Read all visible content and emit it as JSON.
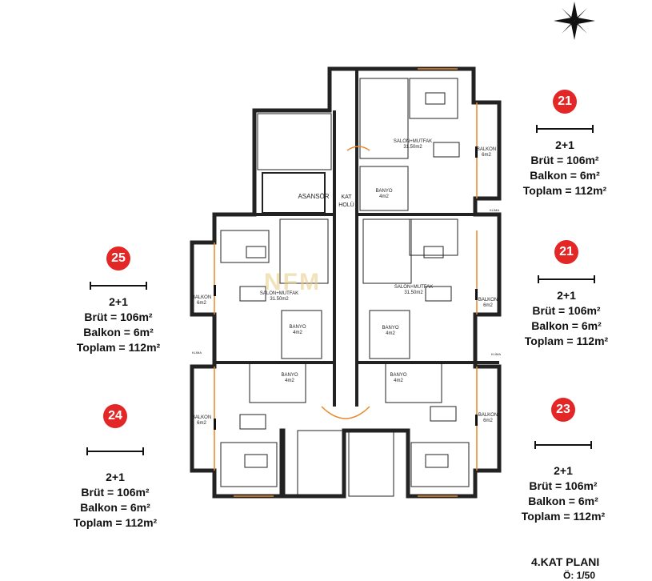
{
  "units": [
    {
      "id": "u21a",
      "number": "21",
      "type": "2+1",
      "brut": "Brüt = 106m²",
      "balkon": "Balkon = 6m²",
      "toplam": "Toplam = 112m²"
    },
    {
      "id": "u21b",
      "number": "21",
      "type": "2+1",
      "brut": "Brüt = 106m²",
      "balkon": "Balkon = 6m²",
      "toplam": "Toplam = 112m²"
    },
    {
      "id": "u23",
      "number": "23",
      "type": "2+1",
      "brut": "Brüt = 106m²",
      "balkon": "Balkon = 6m²",
      "toplam": "Toplam = 112m²"
    },
    {
      "id": "u25",
      "number": "25",
      "type": "2+1",
      "brut": "Brüt = 106m²",
      "balkon": "Balkon = 6m²",
      "toplam": "Toplam = 112m²"
    },
    {
      "id": "u24",
      "number": "24",
      "type": "2+1",
      "brut": "Brüt = 106m²",
      "balkon": "Balkon = 6m²",
      "toplam": "Toplam = 112m²"
    }
  ],
  "plan": {
    "title": "4.KAT PLANI",
    "scale": "Ö: 1/50",
    "watermark": "NFM",
    "labels": {
      "salon_mutfak": "SALON+MUTFAK",
      "salon_area": "31.50m2",
      "balkon": "BALKON",
      "balkon_area": "6m2",
      "banyo": "BANYO",
      "banyo_area": "4m2",
      "asansor": "ASANSÖR",
      "kat_holu_1": "KAT",
      "kat_holu_2": "HOLÜ",
      "klima": "KLİMA"
    }
  }
}
